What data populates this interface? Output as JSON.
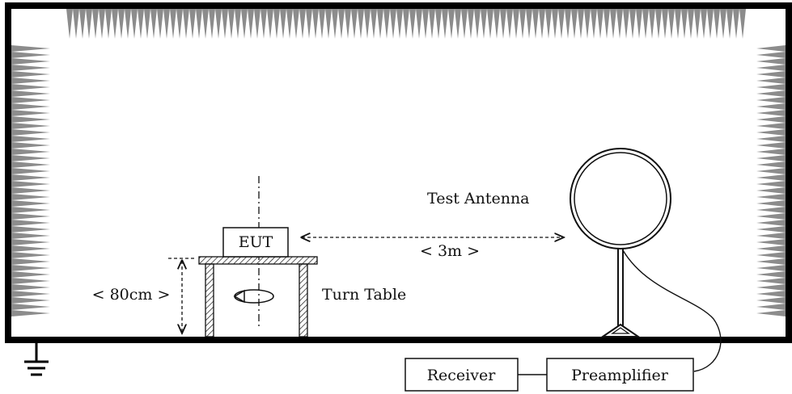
{
  "diagram": {
    "labels": {
      "eut": "EUT",
      "test_antenna": "Test Antenna",
      "distance": "< 3m >",
      "height": "< 80cm >",
      "turn_table": "Turn Table",
      "receiver": "Receiver",
      "preamplifier": "Preamplifier"
    },
    "colors": {
      "wall": "#000000",
      "absorber": "#8c8c8c",
      "line": "#111111"
    }
  }
}
